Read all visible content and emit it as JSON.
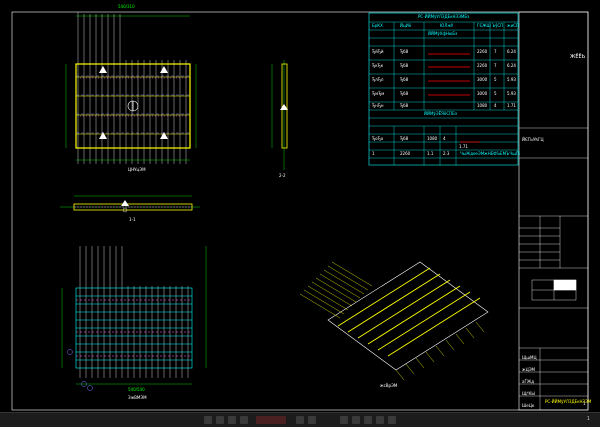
{
  "window": {
    "title": ""
  },
  "sheet": {
    "title_top": "ЖЁЁЬ",
    "plan_label": "ЦНУцЭМ",
    "section_11": "1-1",
    "section_22": "2-2",
    "bottom_plan_label": "ЗжВМЭМ",
    "iso_label": "жсВрЭМ",
    "dim_top": "540/310",
    "dim_bottom": "540/540"
  },
  "table": {
    "title1": "PC-ЙЙМўУЛЗДЕкНЗЭМБэ",
    "title2": "ЙЙМўХфНюБэ",
    "title3": "ЙЙМўЭЁЯёСПБэ",
    "note": "ЧыЖдееЭМжНЕФЪЕМЪЧщПі",
    "headers": [
      "БрКХ",
      "ЙцИё",
      "ЮЛжУ",
      "ГЄЖШ",
      "Ъ§СП",
      "жиСП"
    ],
    "rows": [
      [
        "ЂйЂй",
        "Ђб8",
        "",
        "2260",
        "7",
        "6.24"
      ],
      [
        "ЂкЂк",
        "Ђб8",
        "",
        "2260",
        "7",
        "6.24"
      ],
      [
        "ЂлЂл",
        "Ђб8",
        "",
        "3000",
        "5",
        "5.93"
      ],
      [
        "ЂмЂм",
        "Ђб8",
        "",
        "3000",
        "5",
        "5.93"
      ],
      [
        "ЂнЂн",
        "Ђб8",
        "",
        "1080",
        "4",
        "1.71"
      ],
      [
        "ЂоЂо",
        "Ђб8",
        "",
        "1080",
        "4",
        "1.71"
      ]
    ],
    "row2": [
      "1",
      "2260",
      "1.1",
      "2.3"
    ]
  },
  "title_block": {
    "project": "ЙЄГЬУћГЦ",
    "drawing_name": "PC-ЙЙМўУЛЗДЕкНЗЭМ",
    "fields": [
      "ЩшМЦ",
      "жЦЭМ",
      "аЃЖд",
      "ЩѓКЫ",
      "ШеЦк"
    ],
    "sheet_no": "1"
  },
  "statusbar": {
    "page": "1"
  },
  "colors": {
    "rebar": "#ffff00",
    "frame": "#ffffff",
    "table": "#00ffff",
    "accent": "#ff0000",
    "dim": "#00ff00"
  }
}
